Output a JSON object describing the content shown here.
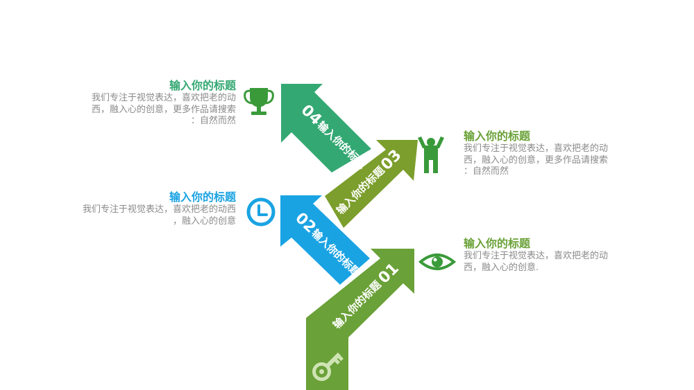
{
  "colors": {
    "step1": "#6aa138",
    "step2": "#1aa3e3",
    "step3": "#7c9e2c",
    "step4": "#34a873",
    "key": "#cfe4b4",
    "green_icon": "#3a9a3a",
    "body_text": "#8a8a8a"
  },
  "steps": [
    {
      "number": "01",
      "label": "输入你的标题"
    },
    {
      "number": "02",
      "label": "输入你的标题"
    },
    {
      "number": "03",
      "label": "输入你的标题"
    },
    {
      "number": "04",
      "label": "输入你的标题"
    }
  ],
  "blocks": {
    "top_left": {
      "title": "输入你的标题",
      "lines": [
        "我们专注于视觉表达，喜欢把老的动",
        "西，融入心的创意，更多作品请搜索",
        "：自然而然"
      ],
      "icon": "trophy-icon"
    },
    "mid_left": {
      "title": "输入你的标题",
      "lines": [
        "我们专注于视觉表达，喜欢把老的动西",
        "，融入心的创意"
      ],
      "icon": "clock-icon"
    },
    "top_right": {
      "title": "输入你的标题",
      "lines": [
        "我们专注于视觉表达，喜欢把老的动",
        "西，融入心的创意，更多作品请搜索",
        "：自然而然"
      ],
      "icon": "person-icon"
    },
    "bottom_right": {
      "title": "输入你的标题",
      "lines": [
        "我们专注于视觉表达，喜欢把老的动",
        "西，融入心的创意."
      ],
      "icon": "eye-icon"
    }
  },
  "base_icon": "key-icon"
}
